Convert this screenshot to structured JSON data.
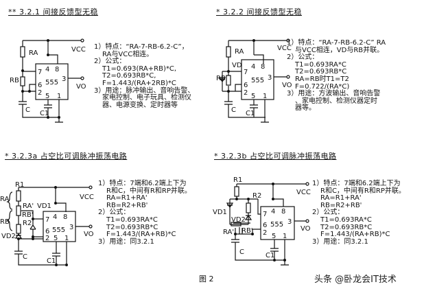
{
  "sections": [
    {
      "title": "** 3.2.1 间接反馈型无稳",
      "lines": [
        "1）特点：“RA-7-RB-6.2-C”，",
        "RA与VCC相连。",
        "2）公式：",
        "T1=0.693(RA+RB)*C,",
        "T2=0.693RB*C,",
        "F=1.443/(RA+2RB)*C",
        "3）用途：脉冲输出、音响告警、",
        "家电控制、电子玩具、检测仪",
        "器、电源变换、定时器等"
      ],
      "labels": {
        "ra": "RA",
        "rb": "RB",
        "c": "C",
        "c1": "C1",
        "vcc": "VCC",
        "vo": "VO",
        "chip": "555",
        "p4": "4",
        "p8": "8",
        "p7": "7",
        "p6": "6",
        "p2": "2",
        "p3": "3",
        "p5": "5",
        "p1": "1"
      }
    },
    {
      "title": "* 3.2.2 间接反馈型无稳",
      "lines": [
        "1）特点：“RA-7-RB-6.2-C” RA",
        "与VCC相连，VD与RB并联。",
        "2）公式：",
        "T1=0.693RA*C",
        "T2=0.693RB*C",
        "RA=RB时T1=T2",
        "F=0.722/(RA*C)",
        "3）用途：方波输出、音响告警",
        "、家电控制、检测仪器定时",
        "器等。"
      ],
      "labels": {
        "ra": "RA",
        "rb": "RB",
        "vd": "VD",
        "c": "C",
        "c1": "C1",
        "vcc": "VCC",
        "vo": "VO",
        "chip": "555",
        "p4": "4",
        "p8": "8",
        "p7": "7",
        "p6": "6",
        "p2": "2",
        "p3": "3",
        "p5": "5",
        "p1": "1"
      }
    },
    {
      "title": "* 3.2.3a 占空比可调脉冲振荡电路",
      "lines": [
        "1）特点：7端和6.2端上下为",
        "R和C，中间有R和RP并联。",
        "RA=R1+RA'",
        "RB=R2+RB'",
        "2）公式：",
        "T1=0.693RA*C",
        "T2=0.693RB*C",
        "F=1.443/(RA+RB)*C",
        "3）用途：同3.2.1"
      ],
      "labels": {
        "r1": "R1",
        "r2": "R2",
        "ra": "RA",
        "rb": "RB",
        "rap": "RA'",
        "rbp": "RB'",
        "vd1": "VD1",
        "vd2": "VD2",
        "c": "C",
        "c1": "C1",
        "vcc": "VCC",
        "vo": "VO",
        "chip": "555",
        "p4": "4",
        "p8": "8",
        "p7": "7",
        "p6": "6",
        "p2": "2",
        "p3": "3",
        "p5": "5",
        "p1": "1"
      }
    },
    {
      "title": "* 3.2.3b 占空比可调脉冲振荡电路",
      "lines": [
        "1）特点：7端和6.2端上下为",
        "R和C，中间有R和RP并联。",
        "RA=R1+RA'",
        "RB=R2+RB'",
        "2）公式：",
        "T1=0.693RA*C",
        "T2=0.693RB*C",
        "F=1.443/(RA+RB)*C",
        "3）用途：同3.2.1"
      ],
      "labels": {
        "r1": "R1",
        "r2": "R2",
        "rap": "RA'",
        "rbp": "RB'",
        "vd1": "VD1",
        "vd2": "VD2",
        "c": "C",
        "c1": "C1",
        "vcc": "VCC",
        "vo": "VO",
        "chip": "555",
        "p4": "4",
        "p8": "8",
        "p7": "7",
        "p6": "6",
        "p2": "2",
        "p3": "3",
        "p5": "5",
        "p1": "1"
      }
    }
  ],
  "figure_label": "图 2",
  "watermark": "头条 @卧龙会IT技术"
}
